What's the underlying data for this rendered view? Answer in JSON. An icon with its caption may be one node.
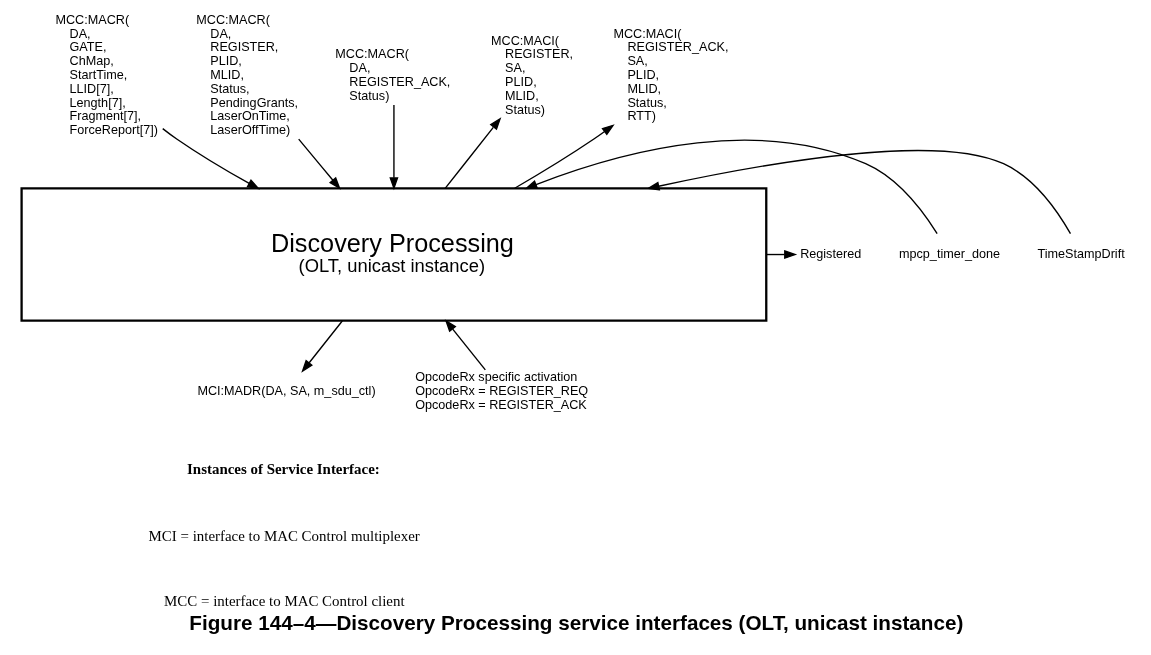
{
  "diagram": {
    "caption": "Figure 144–4—Discovery Processing service interfaces (OLT, unicast instance)",
    "nodes": [
      {
        "text": [
          "Discovery Processing",
          "(OLT, unicast instance)"
        ]
      },
      {
        "text": [
          "MCC:MACR( DA, GATE, ChMap, StartTime, LLID[7], Length[7], Fragment[7], ForceReport[7])"
        ]
      },
      {
        "text": [
          "MCC:MACR( DA, REGISTER, PLID, MLID, Status, PendingGrants, LaserOnTime, LaserOffTime)"
        ]
      },
      {
        "text": [
          "MCC:MACR( DA, REGISTER_ACK, Status)"
        ]
      },
      {
        "text": [
          "MCC:MACI( REGISTER, SA, PLID, MLID, Status)"
        ]
      },
      {
        "text": [
          "MCC:MACI( REGISTER_ACK, SA, PLID, MLID, Status, RTT)"
        ]
      },
      {
        "text": [
          "TimeStampDrift"
        ]
      },
      {
        "text": [
          "mpcp_timer_done"
        ]
      },
      {
        "text": [
          "Registered"
        ]
      },
      {
        "text": [
          "MCI:MADR(DA, SA, m_sdu_ctl)"
        ]
      },
      {
        "text": [
          "OpcodeRx specific activation",
          "OpcodeRx = REGISTER_REQ",
          "OpcodeRx = REGISTER_ACK"
        ]
      }
    ],
    "edges": [
      {
        "from": 1,
        "to": 0,
        "arrow": "to"
      },
      {
        "from": 2,
        "to": 0,
        "arrow": "to"
      },
      {
        "from": 3,
        "to": 0,
        "arrow": "to"
      },
      {
        "from": 0,
        "to": 4,
        "arrow": "to"
      },
      {
        "from": 0,
        "to": 5,
        "arrow": "to"
      },
      {
        "from": 6,
        "to": 0,
        "arrow": "to"
      },
      {
        "from": 7,
        "to": 0,
        "arrow": "to"
      },
      {
        "from": 0,
        "to": 8,
        "arrow": "to"
      },
      {
        "from": 0,
        "to": 9,
        "arrow": "to"
      },
      {
        "from": 10,
        "to": 0,
        "arrow": "to"
      }
    ],
    "labels": [
      "Instances of Service Interface:",
      "MCI = interface to MAC Control multiplexer",
      "MCC = interface to MAC Control client"
    ]
  }
}
